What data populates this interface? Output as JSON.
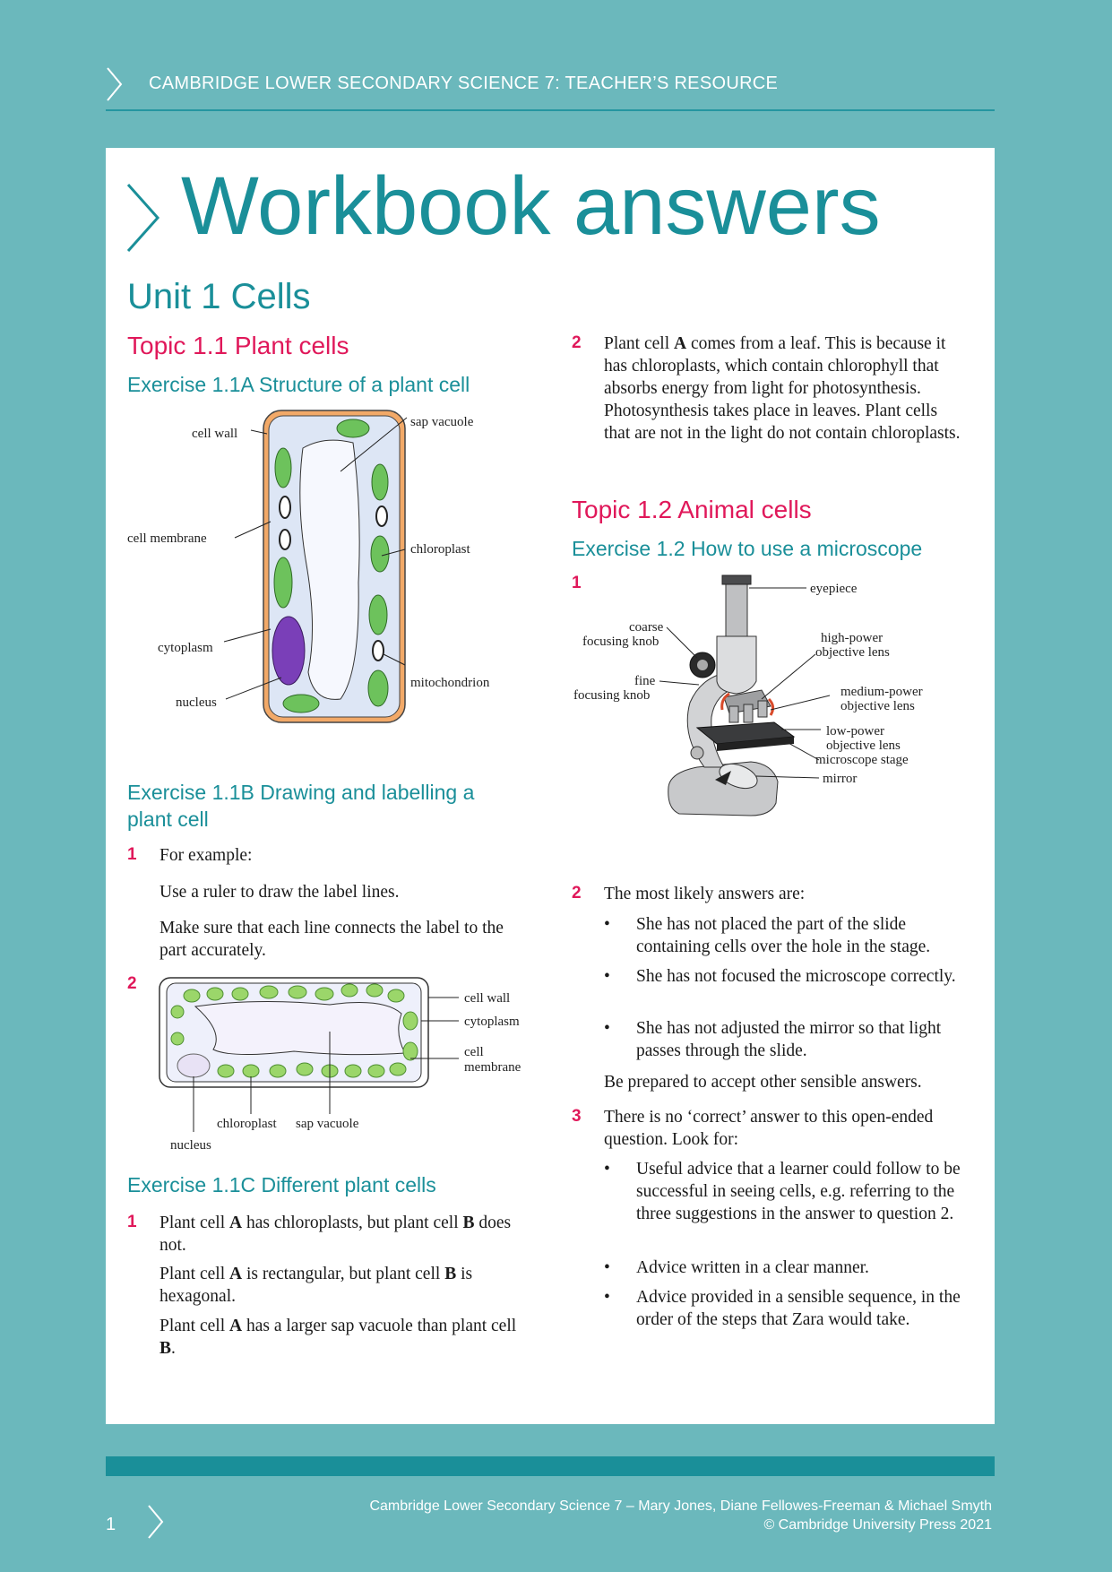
{
  "header": {
    "title": "CAMBRIDGE LOWER SECONDARY SCIENCE 7: TEACHER’S RESOURCE"
  },
  "page_title": "Workbook answers",
  "unit_title": "Unit 1 Cells",
  "left": {
    "topic_1_1": "Topic 1.1 Plant cells",
    "ex_1_1a": "Exercise 1.1A Structure of a plant cell",
    "diagram_a": {
      "cell_wall": "cell wall",
      "sap_vacuole": "sap vacuole",
      "cell_membrane": "cell membrane",
      "chloroplast": "chloroplast",
      "cytoplasm": "cytoplasm",
      "mitochondrion": "mitochondrion",
      "nucleus": "nucleus"
    },
    "ex_1_1b": "Exercise 1.1B Drawing and labelling a plant cell",
    "ex_1_1b_num1": "1",
    "ex_1_1b_p1": "For example:",
    "ex_1_1b_p2": "Use a ruler to draw the label lines.",
    "ex_1_1b_p3": "Make sure that each line connects the label to the part accurately.",
    "ex_1_1b_num2": "2",
    "diagram_b": {
      "cell_wall": "cell wall",
      "cytoplasm": "cytoplasm",
      "cell": "cell",
      "membrane": "membrane",
      "chloroplast": "chloroplast",
      "sap_vacuole": "sap vacuole",
      "nucleus": "nucleus"
    },
    "ex_1_1c": "Exercise 1.1C Different plant cells",
    "ex_1_1c_num1": "1",
    "ex_1_1c_p1_a": "Plant cell ",
    "ex_1_1c_p1_A": "A",
    "ex_1_1c_p1_b": " has chloroplasts, but plant cell ",
    "ex_1_1c_p1_B": "B",
    "ex_1_1c_p1_c": " does not.",
    "ex_1_1c_p2_a": "Plant cell ",
    "ex_1_1c_p2_A": "A",
    "ex_1_1c_p2_b": " is rectangular, but plant cell ",
    "ex_1_1c_p2_B": "B",
    "ex_1_1c_p2_c": " is hexagonal.",
    "ex_1_1c_p3_a": "Plant cell ",
    "ex_1_1c_p3_A": "A",
    "ex_1_1c_p3_b": " has a larger sap vacuole than plant cell ",
    "ex_1_1c_p3_B": "B",
    "ex_1_1c_p3_c": "."
  },
  "right": {
    "q2_num": "2",
    "q2_a": "Plant cell ",
    "q2_A": "A",
    "q2_b": " comes from a leaf. This is because it has chloroplasts, which contain chlorophyll that absorbs energy from light for photosynthesis. Photosynthesis takes place in leaves. Plant cells that are not in the light do not contain chloroplasts.",
    "topic_1_2": "Topic 1.2 Animal cells",
    "ex_1_2": "Exercise 1.2 How to use a microscope",
    "ex_1_2_num1": "1",
    "microscope": {
      "eyepiece": "eyepiece",
      "coarse": "coarse",
      "focusing_knob_1": "focusing knob",
      "high_power": "high-power",
      "objective_lens_1": "objective lens",
      "fine": "fine",
      "focusing_knob_2": "focusing knob",
      "medium_power": "medium-power",
      "objective_lens_2": "objective lens",
      "low_power": "low-power",
      "objective_lens_3": "objective lens",
      "stage": "microscope stage",
      "mirror": "mirror"
    },
    "ex_1_2_num2": "2",
    "ex_1_2_q2_intro": "The most likely answers are:",
    "ex_1_2_q2_b1": "She has not placed the part of the slide containing cells over the hole in the stage.",
    "ex_1_2_q2_b2": "She has not focused the microscope correctly.",
    "ex_1_2_q2_b3": "She has not adjusted the mirror so that light passes through the slide.",
    "ex_1_2_q2_outro": "Be prepared to accept other sensible answers.",
    "ex_1_2_num3": "3",
    "ex_1_2_q3_intro": "There is no ‘correct’ answer to this open-ended question. Look for:",
    "ex_1_2_q3_b1": "Useful advice that a learner could follow to be successful in seeing cells, e.g. referring to the three suggestions in the answer to question 2.",
    "ex_1_2_q3_b2": "Advice written in a clear manner.",
    "ex_1_2_q3_b3": "Advice provided in a sensible sequence, in the order of the steps that Zara would take."
  },
  "footer": {
    "page_number": "1",
    "line1": "Cambridge Lower Secondary Science 7 – Mary Jones, Diane Fellowes-Freeman & Michael Smyth",
    "line2": "© Cambridge University Press 2021"
  },
  "colors": {
    "background": "#6bb8bc",
    "teal": "#1a8f99",
    "magenta": "#e0185a"
  }
}
